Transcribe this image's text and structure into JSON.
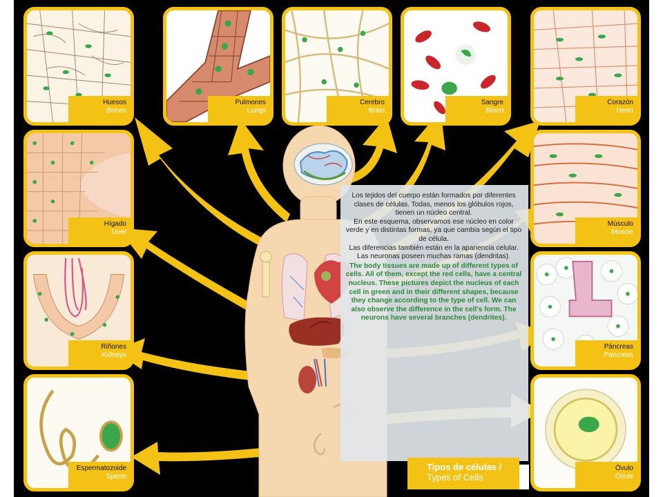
{
  "panels": [
    {
      "id": "bones",
      "es": "Huesos",
      "en": "Bones"
    },
    {
      "id": "lungs",
      "es": "Pulmones",
      "en": "Lungs"
    },
    {
      "id": "brain",
      "es": "Cerebro",
      "en": "Brain"
    },
    {
      "id": "blood",
      "es": "Sangre",
      "en": "Blood"
    },
    {
      "id": "heart",
      "es": "Corazón",
      "en": "Heart"
    },
    {
      "id": "liver",
      "es": "Hígado",
      "en": "Liver"
    },
    {
      "id": "muscle",
      "es": "Músculo",
      "en": "Muscle"
    },
    {
      "id": "kidneys",
      "es": "Riñones",
      "en": "Kidneys"
    },
    {
      "id": "pancreas",
      "es": "Páncreas",
      "en": "Pancreas"
    },
    {
      "id": "sperm",
      "es": "Espermatozoide",
      "en": "Sperm"
    },
    {
      "id": "ovule",
      "es": "Óvulo",
      "en": "Ovule"
    }
  ],
  "text": {
    "es1": "Los tejidos del cuerpo están formados por diferentes clases de células. Todas, menos los glóbulos rojos, tienen un núcleo central.",
    "es2": "En este esquema, observamos ese núcleo en color verde y en distintas formas, ya que cambia según el tipo de célula.",
    "es3": "Las diferencias también están en la apariencia celular. Las neuronas poseen muchas ramas (dendritas).",
    "en": "The body tissues are made up of different types of cells. All of them, except the red cells, have a central nucleus. These pictures depict the nucleus of each cell in green and in their different shapes, because they change according to the type of cell. We can also observe the difference in the cell's form. The neurons have several branches (dendrites)."
  },
  "title": {
    "line1": "Tipos de células /",
    "line2": "Types of Cells"
  },
  "colors": {
    "accent": "#f4c214",
    "nucleus": "#3aa84a",
    "background": "#000000",
    "skin": "#f6d8b0"
  }
}
